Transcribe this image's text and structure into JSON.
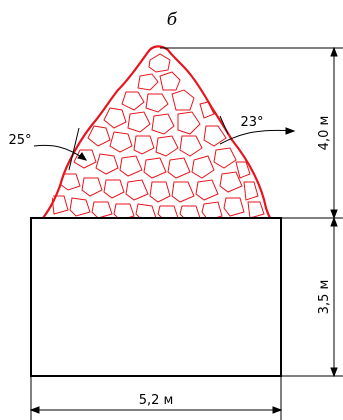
{
  "figure": {
    "label": "б"
  },
  "dimensions": {
    "height_top": "4,0 м",
    "height_bottom": "3,5 м",
    "width": "5,2 м"
  },
  "angles": {
    "left": "25°",
    "right": "23°"
  },
  "colors": {
    "pile_outline": "#e8141c",
    "line": "#000000"
  }
}
